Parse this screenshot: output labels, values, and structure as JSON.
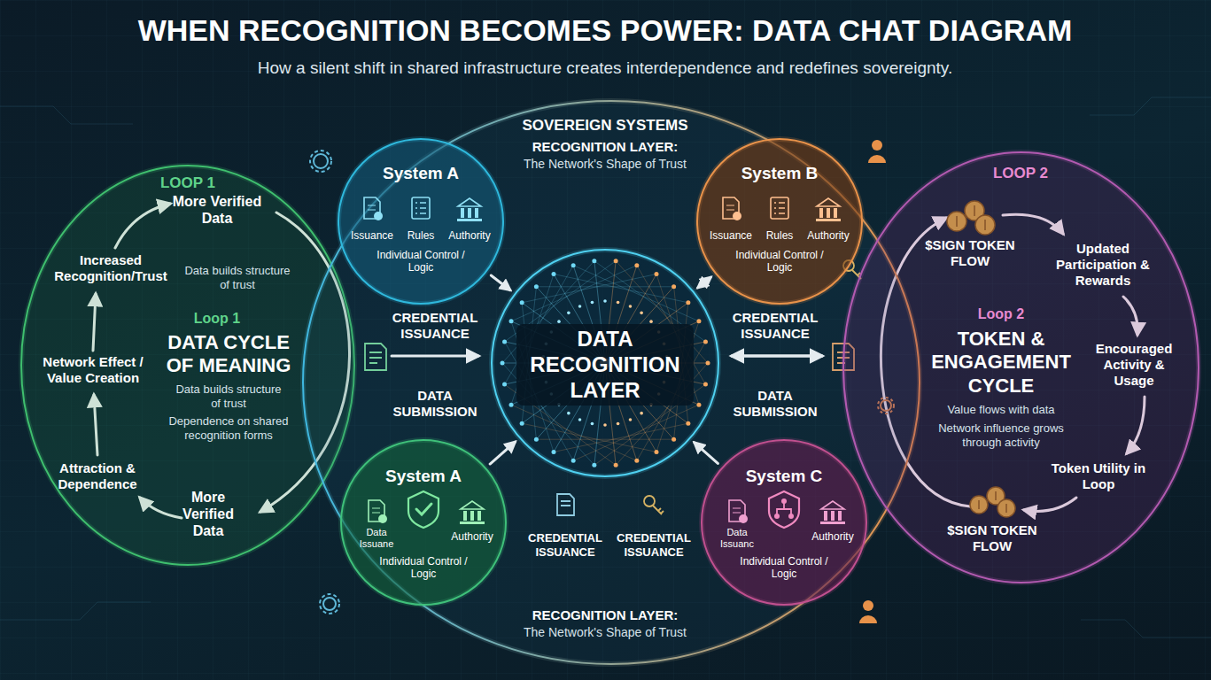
{
  "diagram": {
    "title": "WHEN RECOGNITION BECOMES POWER: DATA CHAT DIAGRAM",
    "caption": "How a silent shift in shared infrastructure creates interdependence and redefines sovereignty.",
    "nodes": [
      {
        "text": [
          "LOOP 1",
          "More Verified Data",
          "Increased Recognition/Trust",
          "Data builds structure of trust",
          "Loop 1",
          "DATA CYCLE OF MEANING",
          "Data builds structure of trust",
          "Dependence on shared recognition forms",
          "Network Effect / Value Creation",
          "Attraction & Dependence",
          "More Verified Data"
        ]
      },
      {
        "text": [
          "SOVEREIGN SYSTEMS",
          "RECOGNITION LAYER:",
          "The Network's Shape of Trust",
          "CREDENTIAL ISSUANCE",
          "DATA SUBMISSION",
          "CREDENTIAL ISSUANCE",
          "DATA SUBMISSION",
          "CREDENTIAL ISSUANCE",
          "CREDENTIAL ISSUANCE",
          "RECOGNITION LAYER:",
          "The Network's Shape of Trust"
        ]
      },
      {
        "text": [
          "DATA RECOGNITION LAYER"
        ],
        "in": 1
      },
      {
        "text": [
          "System A",
          "Issuance",
          "Rules",
          "Authority",
          "Individual Control / Logic"
        ],
        "in": 1
      },
      {
        "text": [
          "System B",
          "Issuance",
          "Rules",
          "Authority",
          "Individual Control / Logic"
        ],
        "in": 1
      },
      {
        "text": [
          "System A",
          "Data Issuane",
          "Authority",
          "Individual Control / Logic"
        ],
        "in": 1
      },
      {
        "text": [
          "System C",
          "Data Issuanc",
          "Authority",
          "Individual Control / Logic"
        ],
        "in": 1
      },
      {
        "text": [
          "LOOP 2",
          "$SIGN TOKEN FLOW",
          "Updated Participation & Rewards",
          "Loop 2",
          "TOKEN & ENGAGEMENT CYCLE",
          "Value flows with data",
          "Network influence grows through activity",
          "Encouraged Activity & Usage",
          "Token Utility in Loop",
          "$SIGN TOKEN FLOW"
        ]
      }
    ],
    "edges": [
      {
        "from": 3,
        "to": 2,
        "arrow": "to"
      },
      {
        "from": 4,
        "to": 2,
        "arrow": "both"
      },
      {
        "from": 5,
        "to": 2,
        "arrow": "to"
      },
      {
        "from": 6,
        "to": 2,
        "arrow": "to"
      }
    ]
  }
}
